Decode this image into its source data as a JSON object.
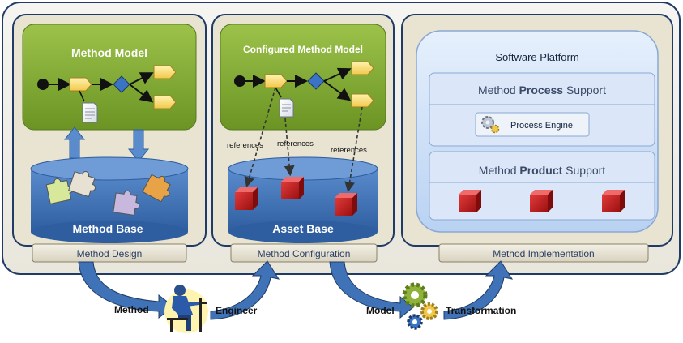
{
  "design": {
    "title": "Method Model",
    "base_label": "Method Base",
    "phase_label": "Method Design"
  },
  "configuration": {
    "title": "Configured Method Model",
    "base_label": "Asset Base",
    "phase_label": "Method Configuration",
    "reference_labels": [
      "references",
      "references",
      "references"
    ]
  },
  "implementation": {
    "platform_title": "Software Platform",
    "process_support_prefix": "Method ",
    "process_support_bold": "Process",
    "process_support_suffix": " Support",
    "engine_label": "Process Engine",
    "product_support_prefix": "Method ",
    "product_support_bold": "Product",
    "product_support_suffix": " Support",
    "phase_label": "Method Implementation"
  },
  "bottom": {
    "method_label": "Method",
    "engineer_label": "Engineer",
    "model_label": "Model",
    "transformation_label": "Transformation"
  },
  "icons": [
    "puzzle-piece-icon",
    "document-icon",
    "cube-icon",
    "gear-icon",
    "engineer-person-icon"
  ],
  "colors": {
    "green_box": "#7ea832",
    "base_blue": "#3f72b6",
    "asset_cube": "#c81e1e",
    "platform_blue": "#cfe0f7",
    "frame_border": "#1f3b66"
  }
}
